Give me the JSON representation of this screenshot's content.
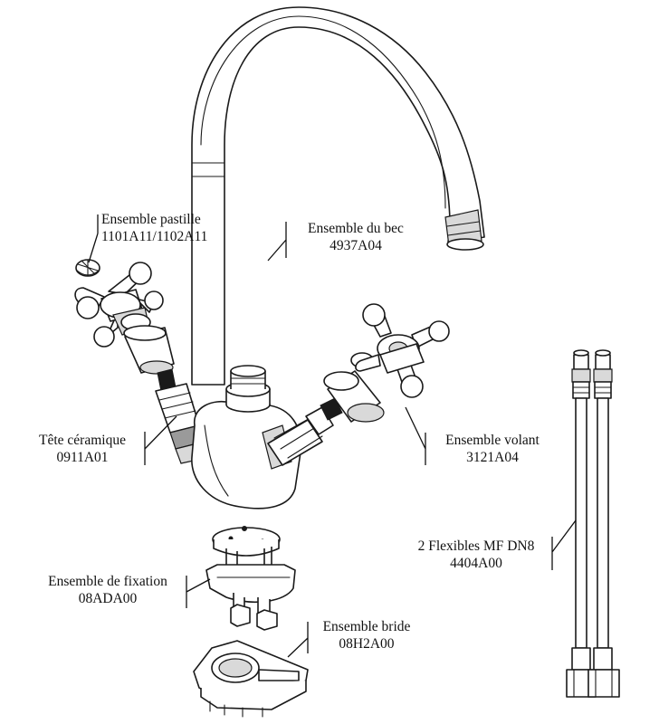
{
  "labels": {
    "pastille": {
      "name": "Ensemble pastille",
      "ref": "1101A11/1102A11"
    },
    "bec": {
      "name": "Ensemble du bec",
      "ref": "4937A04"
    },
    "tete": {
      "name": "Tête céramique",
      "ref": "0911A01"
    },
    "volant": {
      "name": "Ensemble volant",
      "ref": "3121A04"
    },
    "flexibles": {
      "name": "2 Flexibles MF DN8",
      "ref": "4404A00"
    },
    "fixation": {
      "name": "Ensemble de fixation",
      "ref": "08ADA00"
    },
    "bride": {
      "name": "Ensemble bride",
      "ref": "08H2A00"
    }
  },
  "parts": [
    "spout-assembly",
    "cap-assembly",
    "left-cross-handle",
    "right-cross-handle",
    "left-ceramic-cartridge",
    "right-ceramic-cartridge",
    "mixer-body",
    "fixing-assembly",
    "flange-assembly",
    "flexible-hoses"
  ]
}
